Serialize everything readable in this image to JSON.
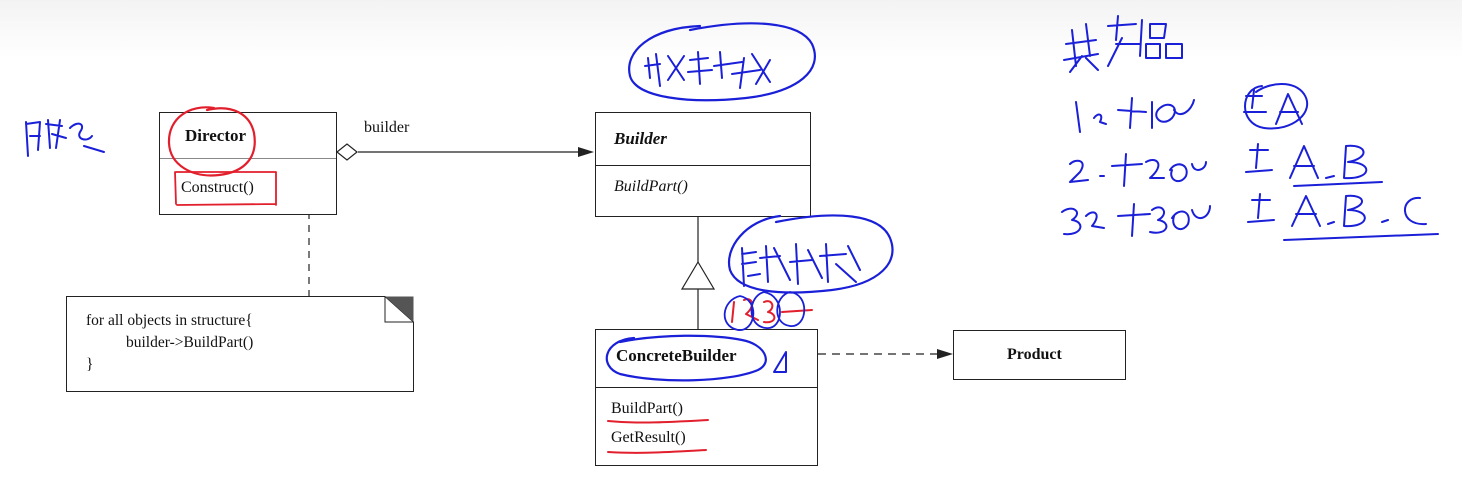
{
  "diagram": {
    "director": {
      "name": "Director",
      "operation": "Construct()"
    },
    "builder": {
      "name": "Builder",
      "operation": "BuildPart()"
    },
    "concrete_builder": {
      "name": "ConcreteBuilder",
      "operations": [
        "BuildPart()",
        "GetResult()"
      ]
    },
    "product": {
      "name": "Product"
    },
    "association_label": "builder",
    "note": {
      "lines": [
        "for all objects in structure{",
        "builder->BuildPart()",
        "}"
      ]
    }
  },
  "colors": {
    "ink_blue": "#1a1fd8",
    "ink_red": "#e21f2c",
    "line": "#222222"
  }
}
